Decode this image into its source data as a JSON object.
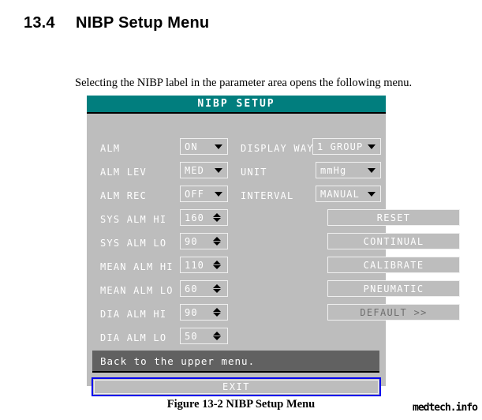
{
  "document": {
    "section_number": "13.4",
    "section_title": "NIBP Setup Menu",
    "intro_text": "Selecting the NIBP label in the parameter area opens the following menu.",
    "figure_caption": "Figure 13-2 NIBP Setup Menu",
    "watermark": "medtech.info"
  },
  "dialog": {
    "title": "NIBP SETUP",
    "title_color": "#017e7e",
    "background_color": "#bdbdbd",
    "text_color": "#ffffff",
    "left_column": [
      {
        "label": "ALM",
        "control": "dropdown",
        "value": "ON"
      },
      {
        "label": "ALM LEV",
        "control": "dropdown",
        "value": "MED"
      },
      {
        "label": "ALM REC",
        "control": "dropdown",
        "value": "OFF"
      },
      {
        "label": "SYS ALM HI",
        "control": "spinner",
        "value": "160"
      },
      {
        "label": "SYS ALM LO",
        "control": "spinner",
        "value": "90"
      },
      {
        "label": "MEAN ALM HI",
        "control": "spinner",
        "value": "110"
      },
      {
        "label": "MEAN ALM LO",
        "control": "spinner",
        "value": "60"
      },
      {
        "label": "DIA ALM HI",
        "control": "spinner",
        "value": "90"
      },
      {
        "label": "DIA ALM LO",
        "control": "spinner",
        "value": "50"
      }
    ],
    "right_column": [
      {
        "label": "DISPLAY WAY",
        "control": "dropdown",
        "value": "1 GROUP"
      },
      {
        "label": "UNIT",
        "control": "dropdown",
        "value": "mmHg"
      },
      {
        "label": "INTERVAL",
        "control": "dropdown",
        "value": "MANUAL"
      }
    ],
    "buttons": [
      {
        "label": "RESET",
        "enabled": true
      },
      {
        "label": "CONTINUAL",
        "enabled": true
      },
      {
        "label": "CALIBRATE",
        "enabled": true
      },
      {
        "label": "PNEUMATIC",
        "enabled": true
      },
      {
        "label": "DEFAULT >>",
        "enabled": false
      }
    ],
    "help_text": "Back to the upper menu.",
    "exit_label": "EXIT",
    "focus_border_color": "#0000ee"
  }
}
